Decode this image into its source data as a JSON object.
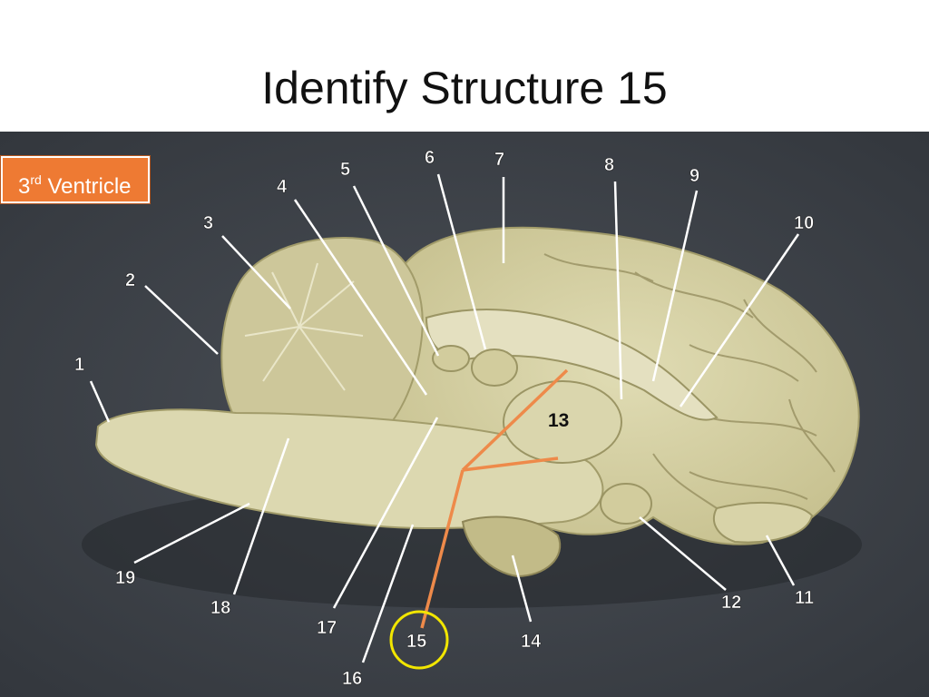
{
  "slide": {
    "title": "Identify Structure 15",
    "answer": {
      "prefix": "3",
      "superscript": "rd",
      "text": " Ventricle"
    }
  },
  "labels": {
    "n1": "1",
    "n2": "2",
    "n3": "3",
    "n4": "4",
    "n5": "5",
    "n6": "6",
    "n7": "7",
    "n8": "8",
    "n9": "9",
    "n10": "10",
    "n11": "11",
    "n12": "12",
    "n13": "13",
    "n14": "14",
    "n15": "15",
    "n16": "16",
    "n17": "17",
    "n18": "18",
    "n19": "19"
  },
  "colors": {
    "background_board": "#3e4249",
    "tissue": "#d6d1a4",
    "highlight_circle": "#f2e600",
    "pointer_line": "#ee8a4a",
    "badge": "#ee7a33"
  }
}
